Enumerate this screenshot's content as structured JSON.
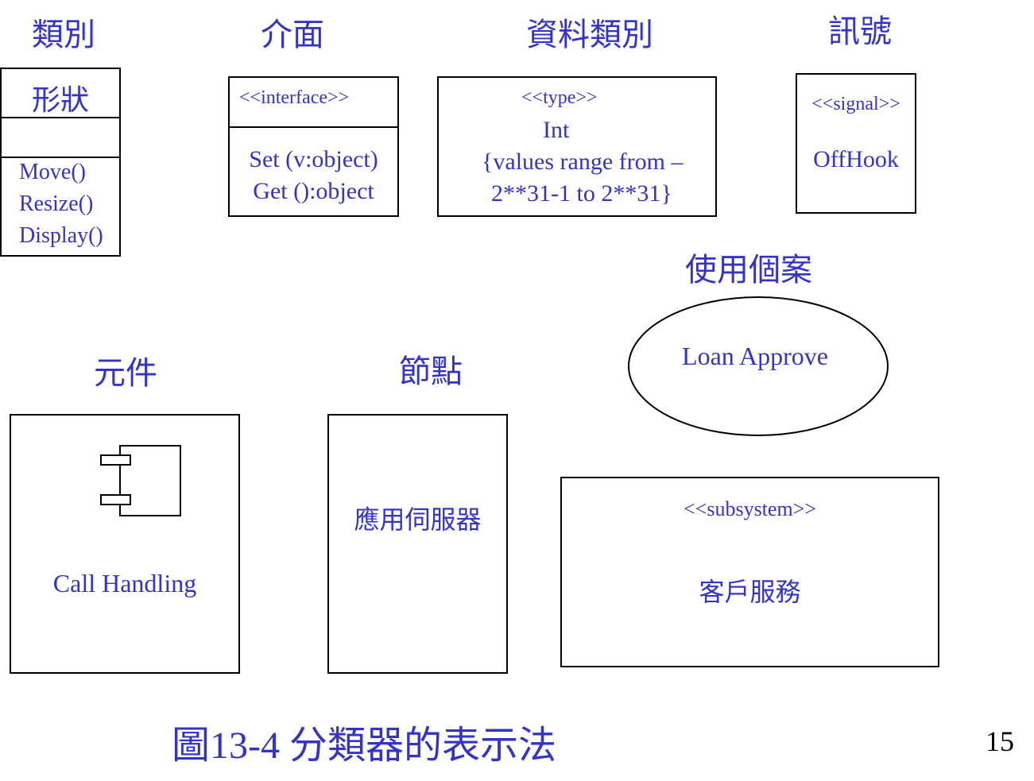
{
  "headings": {
    "class": "類別",
    "interface": "介面",
    "datatype": "資料類別",
    "signal": "訊號",
    "usecase": "使用個案",
    "component": "元件",
    "node": "節點"
  },
  "class_box": {
    "name": "形狀",
    "ops": [
      "Move()",
      "Resize()",
      "Display()"
    ]
  },
  "interface_box": {
    "stereotype": "<<interface>>",
    "ops": [
      "Set (v:object)",
      "Get ():object"
    ]
  },
  "type_box": {
    "stereotype": "<<type>>",
    "name": "Int",
    "constraint_lines": [
      "{values range from –",
      "2**31-1  to 2**31}"
    ]
  },
  "signal_box": {
    "stereotype": "<<signal>>",
    "name": "OffHook"
  },
  "usecase_box": {
    "name": "Loan Approve"
  },
  "component_box": {
    "name": "Call Handling"
  },
  "node_box": {
    "name": "應用伺服器"
  },
  "subsystem_box": {
    "stereotype": "<<subsystem>>",
    "name": "客戶服務"
  },
  "caption": "圖13-4 分類器的表示法",
  "page_number": "15",
  "colors": {
    "text": "#3333cc",
    "line": "#000000",
    "background": "#ffffff"
  }
}
